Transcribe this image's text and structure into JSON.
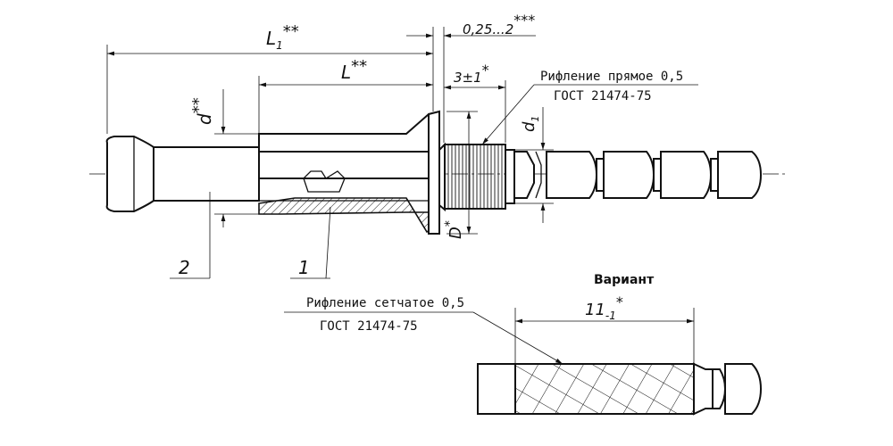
{
  "dimensions": {
    "L1": "L",
    "L1_sub": "1",
    "L1_mark": "**",
    "L": "L",
    "L_mark": "**",
    "gap": "0,25...2",
    "gap_mark": "***",
    "knurl_len": "3±1",
    "knurl_mark": "*",
    "d": "d",
    "d_mark": "**",
    "d1": "d",
    "d1_sub": "1",
    "D": "D",
    "D_mark": "*"
  },
  "notes": {
    "straight_knurl_line1": "Рифление прямое 0,5",
    "straight_knurl_line2": "ГОСТ 21474-75",
    "mesh_knurl_line1": "Рифление сетчатое 0,5",
    "mesh_knurl_line2": "ГОСТ 21474-75",
    "variant": "Вариант",
    "variant_dim": "11",
    "variant_dim_sub": "-1",
    "variant_dim_mark": "*"
  },
  "callouts": {
    "part1": "1",
    "part2": "2"
  }
}
